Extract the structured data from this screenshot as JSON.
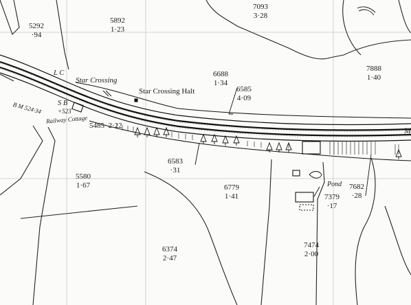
{
  "parcels": [
    {
      "id": "p5292",
      "number": "5292",
      "area": "·94"
    },
    {
      "id": "p5892",
      "number": "5892",
      "area": "1·23"
    },
    {
      "id": "p7093",
      "number": "7093",
      "area": "3·28"
    },
    {
      "id": "p7888",
      "number": "7888",
      "area": "1·40"
    },
    {
      "id": "p6688",
      "number": "6688",
      "area": "1·34"
    },
    {
      "id": "p6585",
      "number": "6585",
      "area": "4·09"
    },
    {
      "id": "p5485",
      "number": "5485",
      "area": "2·22"
    },
    {
      "id": "p6583",
      "number": "6583",
      "area": "·31"
    },
    {
      "id": "p5580",
      "number": "5580",
      "area": "1·67"
    },
    {
      "id": "p6779",
      "number": "6779",
      "area": "1·41"
    },
    {
      "id": "p7682",
      "number": "7682",
      "area": "·28"
    },
    {
      "id": "p7379",
      "number": "7379",
      "area": "·17"
    },
    {
      "id": "p6374",
      "number": "6374",
      "area": "2·47"
    },
    {
      "id": "p7474",
      "number": "7474",
      "area": "2·00"
    }
  ],
  "labels": {
    "level_crossing": "L C",
    "crossing_name": "Star Crossing",
    "halt_name": "Star Crossing Halt",
    "signal_box": "S B",
    "bench_mark": "B M 524·34",
    "spot_height": "+523",
    "cottage": "Railway Cottage",
    "pond": "Pond",
    "mp_fragment": "M"
  }
}
